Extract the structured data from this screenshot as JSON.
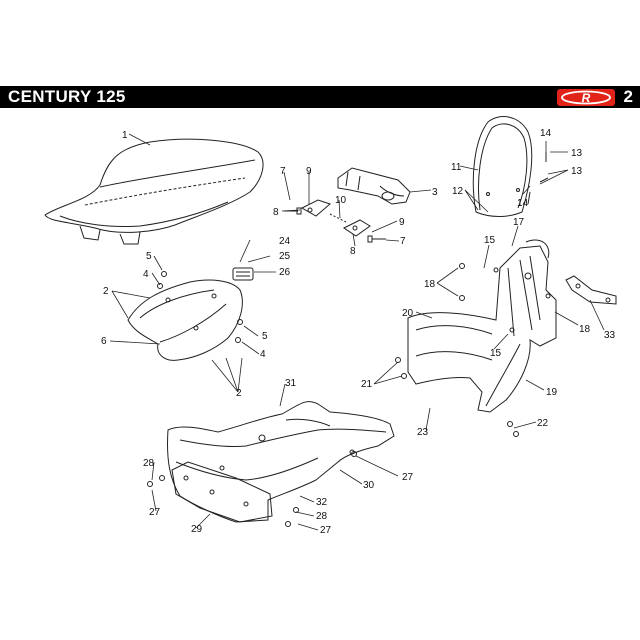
{
  "header": {
    "title": "CENTURY 125",
    "page_number": "2",
    "brand_color": "#e2231a"
  },
  "callouts": [
    "1",
    "2",
    "3",
    "4",
    "5",
    "6",
    "7",
    "8",
    "9",
    "10",
    "11",
    "12",
    "13",
    "14",
    "15",
    "17",
    "18",
    "19",
    "20",
    "21",
    "22",
    "23",
    "24",
    "25",
    "26",
    "27",
    "28",
    "29",
    "30",
    "31",
    "32",
    "33"
  ]
}
